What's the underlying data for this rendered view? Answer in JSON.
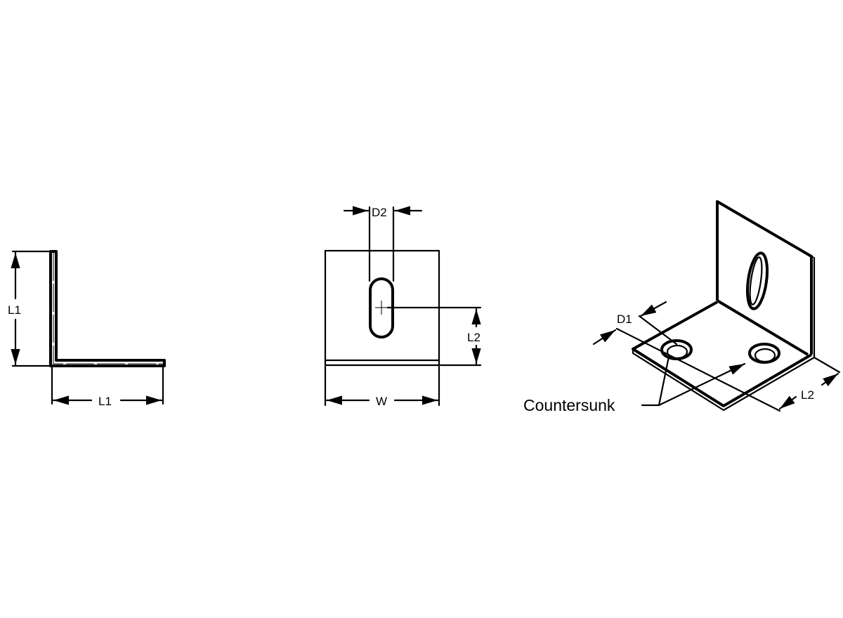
{
  "side_view": {
    "height_label": "L1",
    "width_label": "L1"
  },
  "front_view": {
    "slot_label": "D2",
    "slot_offset_label": "L2",
    "width_label": "W"
  },
  "iso_view": {
    "hole_label": "D1",
    "offset_label": "L2",
    "callout": "Countersunk"
  },
  "colors": {
    "line": "#000000",
    "background": "#ffffff"
  }
}
